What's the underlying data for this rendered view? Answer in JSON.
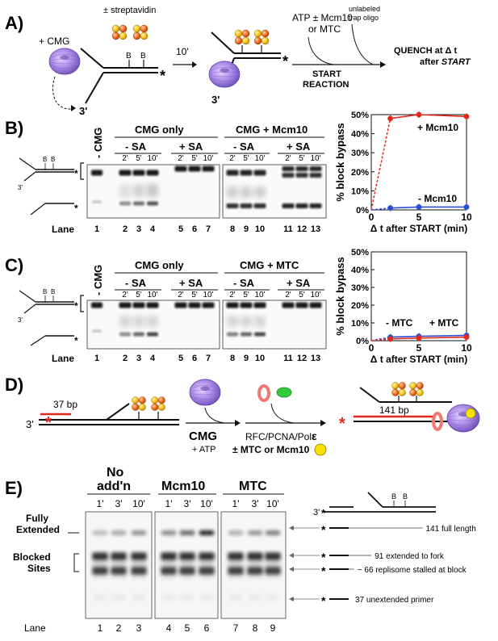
{
  "panelA": {
    "label": "A)",
    "plus_cmg": "+ CMG",
    "streptavidin": "± streptavidin",
    "biotin": "B",
    "three_prime": "3'",
    "incubation": "10'",
    "atp_line1": "ATP ± Mcm10",
    "atp_line2": "or MTC",
    "start_line1": "START",
    "start_line2": "REACTION",
    "trap_line1": "unlabeled",
    "trap_line2": "trap oligo",
    "quench_line1": "QUENCH at Δ t",
    "quench_line2_pre": "after ",
    "quench_line2_em": "START"
  },
  "panelB": {
    "label": "B)",
    "no_cmg": "- CMG",
    "group1": "CMG only",
    "group2": "CMG + Mcm10",
    "minus_sa": "- SA",
    "plus_sa": "+ SA",
    "times": [
      "2'",
      "5'",
      "10'"
    ],
    "lane_label": "Lane",
    "lanes": [
      "1",
      "2",
      "3",
      "4",
      "5",
      "6",
      "7",
      "8",
      "9",
      "10",
      "11",
      "12",
      "13"
    ],
    "biotin": "B",
    "three_prime": "3'"
  },
  "panelC": {
    "label": "C)",
    "no_cmg": "- CMG",
    "group1": "CMG only",
    "group2": "CMG + MTC",
    "minus_sa": "- SA",
    "plus_sa": "+ SA",
    "times": [
      "2'",
      "5'",
      "10'"
    ],
    "lane_label": "Lane",
    "lanes": [
      "1",
      "2",
      "3",
      "4",
      "5",
      "6",
      "7",
      "8",
      "9",
      "10",
      "11",
      "12",
      "13"
    ],
    "biotin": "B",
    "three_prime": "3'"
  },
  "chart_data": [
    {
      "type": "scatter",
      "ylabel": "% block bypass",
      "xlabel": "Δ t after START (min)",
      "xlim": [
        0,
        10
      ],
      "ylim": [
        0,
        50
      ],
      "xticks": [
        0,
        5,
        10
      ],
      "yticks": [
        0,
        10,
        20,
        30,
        40,
        50
      ],
      "ytick_labels": [
        "0%",
        "10%",
        "20%",
        "30%",
        "40%",
        "50%"
      ],
      "series": [
        {
          "name": "+ Mcm10",
          "color": "#e3281b",
          "x": [
            0,
            2,
            5,
            10
          ],
          "y": [
            0,
            48,
            50,
            49
          ]
        },
        {
          "name": "- Mcm10",
          "color": "#2b4ed8",
          "x": [
            0,
            2,
            5,
            10
          ],
          "y": [
            0,
            1,
            1.5,
            1.5
          ]
        }
      ]
    },
    {
      "type": "scatter",
      "ylabel": "% block bypass",
      "xlabel": "Δ t after START (min)",
      "xlim": [
        0,
        10
      ],
      "ylim": [
        0,
        50
      ],
      "xticks": [
        0,
        5,
        10
      ],
      "yticks": [
        0,
        10,
        20,
        30,
        40,
        50
      ],
      "ytick_labels": [
        "0%",
        "10%",
        "20%",
        "30%",
        "40%",
        "50%"
      ],
      "series": [
        {
          "name": "- MTC",
          "color": "#2b4ed8",
          "x": [
            0,
            2,
            5,
            10
          ],
          "y": [
            0,
            2,
            2.5,
            3
          ]
        },
        {
          "name": "+ MTC",
          "color": "#e3281b",
          "x": [
            0,
            2,
            5,
            10
          ],
          "y": [
            0,
            1,
            1.5,
            2
          ]
        }
      ]
    }
  ],
  "panelD": {
    "label": "D)",
    "three_prime": "3'",
    "primer_len": "37 bp",
    "cmg": "CMG",
    "plus_atp": "+ ATP",
    "rfc_line": "RFC/PCNA/Pol",
    "epsilon": "ε",
    "mtc_line": "± MTC or Mcm10",
    "product_len": "141 bp"
  },
  "panelE": {
    "label": "E)",
    "col1_line1": "No",
    "col1_line2": "add'n",
    "col2": "Mcm10",
    "col3": "MTC",
    "times": [
      "1'",
      "3'",
      "10'"
    ],
    "fully_line1": "Fully",
    "fully_line2": "Extended",
    "blocked_line1": "Blocked",
    "blocked_line2": "Sites",
    "lane_label": "Lane",
    "lanes": [
      "1",
      "2",
      "3",
      "4",
      "5",
      "6",
      "7",
      "8",
      "9"
    ],
    "three_prime": "3'",
    "biotin": "B",
    "product_full": "141 full length",
    "product_fork": "91 extended to fork",
    "product_block": "~ 66 replisome stalled at block",
    "product_primer": "37 unextended primer"
  }
}
